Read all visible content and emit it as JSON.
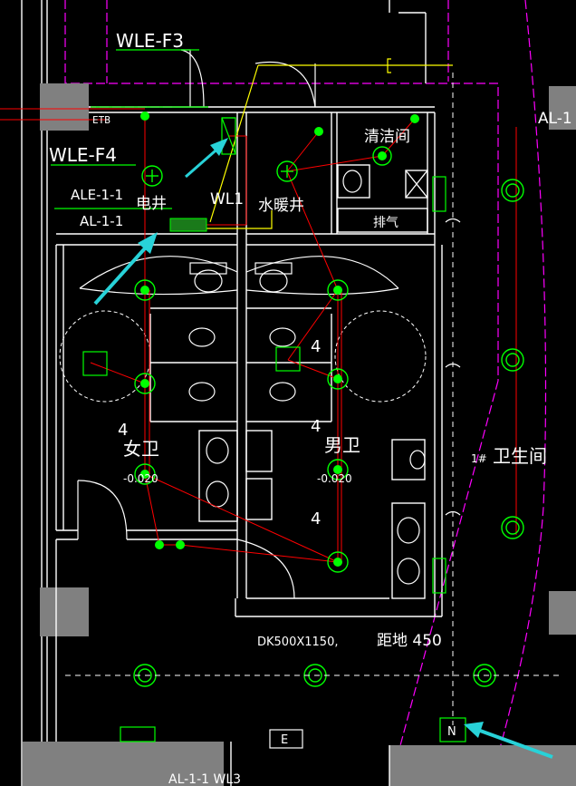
{
  "colors": {
    "background": "#000000",
    "wall": "#ffffff",
    "column": "#808080",
    "circuit": "#ff0000",
    "fixture": "#00ff00",
    "boundary": "#ff00ff",
    "leader": "#ffff00",
    "arrow": "#28d2d8",
    "equipment": "#00ffff"
  },
  "labels": {
    "wle_f3": "WLE-F3",
    "wle_f4": "WLE-F4",
    "etb": "ETB",
    "ale_1_1": "ALE-1-1",
    "al_1_1": "AL-1-1",
    "wl1": "WL1",
    "elec_shaft": "电井",
    "water_shaft": "水暖井",
    "janitor": "清洁间",
    "exhaust": "排气",
    "al_right": "AL-1",
    "womens": "女卫",
    "mens": "男卫",
    "level_w": "-0.020",
    "level_m": "-0.020",
    "count_4a": "4",
    "count_4b": "4",
    "count_4c": "4",
    "count_4d": "4",
    "restroom_no": "1#",
    "restroom": "卫生间",
    "dk_size": "DK500X1150,",
    "height_label": "距地 450",
    "box_e": "E",
    "box_n": "N",
    "bottom_text": "AL-1-1 WL3"
  }
}
